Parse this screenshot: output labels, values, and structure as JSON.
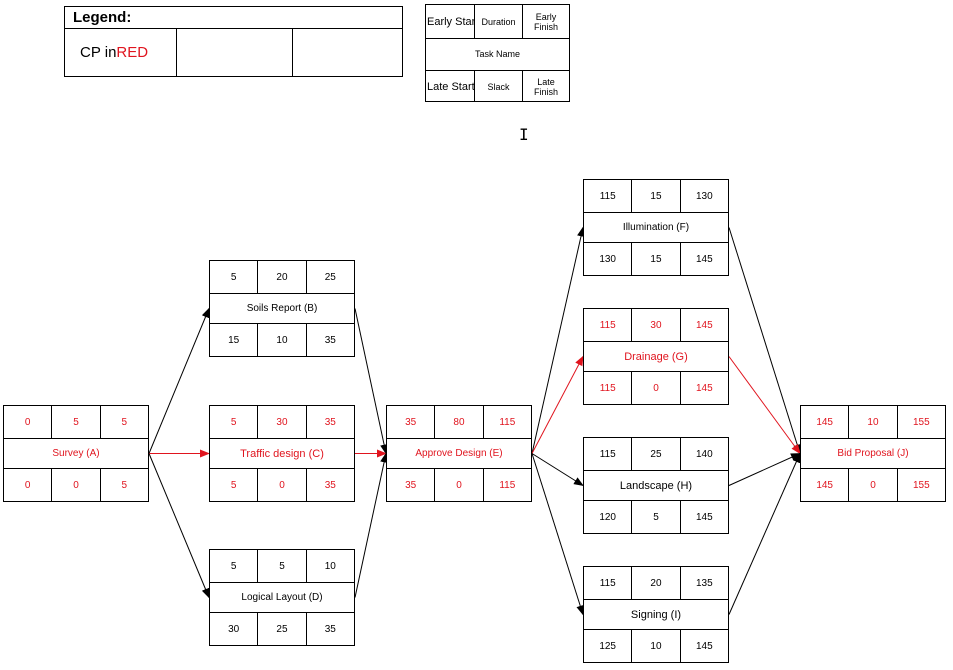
{
  "legend": {
    "title": "Legend:",
    "cp_prefix": "CP in",
    "cp_colored": "RED"
  },
  "key": {
    "early_start": "Early Start",
    "duration": "Duration",
    "early_finish": "Early Finish",
    "task_name": "Task Name",
    "late_start": "Late Start",
    "slack": "Slack",
    "late_finish": "Late Finish"
  },
  "colors": {
    "critical": "#e0141e",
    "normal": "#000000"
  },
  "nodes": {
    "a": {
      "es": "0",
      "dur": "5",
      "ef": "5",
      "name": "Survey (A)",
      "ls": "0",
      "slack": "0",
      "lf": "5",
      "critical": true
    },
    "b": {
      "es": "5",
      "dur": "20",
      "ef": "25",
      "name": "Soils Report (B)",
      "ls": "15",
      "slack": "10",
      "lf": "35",
      "critical": false
    },
    "c": {
      "es": "5",
      "dur": "30",
      "ef": "35",
      "name": "Traffic design (C)",
      "ls": "5",
      "slack": "0",
      "lf": "35",
      "critical": true
    },
    "d": {
      "es": "5",
      "dur": "5",
      "ef": "10",
      "name": "Logical Layout (D)",
      "ls": "30",
      "slack": "25",
      "lf": "35",
      "critical": false
    },
    "e": {
      "es": "35",
      "dur": "80",
      "ef": "115",
      "name": "Approve Design (E)",
      "ls": "35",
      "slack": "0",
      "lf": "115",
      "critical": true
    },
    "f": {
      "es": "115",
      "dur": "15",
      "ef": "130",
      "name": "Illumination (F)",
      "ls": "130",
      "slack": "15",
      "lf": "145",
      "critical": false
    },
    "g": {
      "es": "115",
      "dur": "30",
      "ef": "145",
      "name": "Drainage (G)",
      "ls": "115",
      "slack": "0",
      "lf": "145",
      "critical": true
    },
    "h": {
      "es": "115",
      "dur": "25",
      "ef": "140",
      "name": "Landscape  (H)",
      "ls": "120",
      "slack": "5",
      "lf": "145",
      "critical": false
    },
    "i": {
      "es": "115",
      "dur": "20",
      "ef": "135",
      "name": "Signing (I)",
      "ls": "125",
      "slack": "10",
      "lf": "145",
      "critical": false
    },
    "j": {
      "es": "145",
      "dur": "10",
      "ef": "155",
      "name": "Bid Proposal (J)",
      "ls": "145",
      "slack": "0",
      "lf": "155",
      "critical": true
    }
  },
  "edges": [
    {
      "from": "a",
      "to": "b",
      "critical": false
    },
    {
      "from": "a",
      "to": "c",
      "critical": true
    },
    {
      "from": "a",
      "to": "d",
      "critical": false
    },
    {
      "from": "b",
      "to": "e",
      "critical": false
    },
    {
      "from": "c",
      "to": "e",
      "critical": true
    },
    {
      "from": "d",
      "to": "e",
      "critical": false
    },
    {
      "from": "e",
      "to": "f",
      "critical": false
    },
    {
      "from": "e",
      "to": "g",
      "critical": true
    },
    {
      "from": "e",
      "to": "h",
      "critical": false
    },
    {
      "from": "e",
      "to": "i",
      "critical": false
    },
    {
      "from": "f",
      "to": "j",
      "critical": false
    },
    {
      "from": "g",
      "to": "j",
      "critical": true
    },
    {
      "from": "h",
      "to": "j",
      "critical": false
    },
    {
      "from": "i",
      "to": "j",
      "critical": false
    }
  ]
}
